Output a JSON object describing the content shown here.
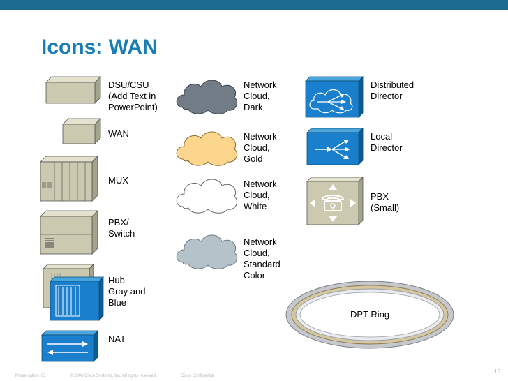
{
  "slide": {
    "title": "Icons: WAN",
    "page_number": "15",
    "accent_color": "#1d6c8f",
    "title_color": "#1a7eb5"
  },
  "icons": {
    "dsu_csu": "DSU/CSU\n(Add Text in\nPowerPoint)",
    "wan": "WAN",
    "mux": "MUX",
    "pbx_switch": "PBX/\nSwitch",
    "hub": "Hub\nGray and\nBlue",
    "nat": "NAT",
    "cloud_dark": "Network\nCloud,\nDark",
    "cloud_gold": "Network\nCloud,\nGold",
    "cloud_white": "Network\nCloud,\nWhite",
    "cloud_standard": "Network\nCloud,\nStandard\nColor",
    "distributed_director": "Distributed\nDirector",
    "local_director": "Local\nDirector",
    "pbx_small": "PBX\n(Small)",
    "dpt_ring": "DPT Ring"
  },
  "footer": {
    "presentation_id": "Presentation_ID",
    "copyright": "© 2006 Cisco Systems, Inc. All rights reserved.",
    "confidential": "Cisco Confidential"
  }
}
